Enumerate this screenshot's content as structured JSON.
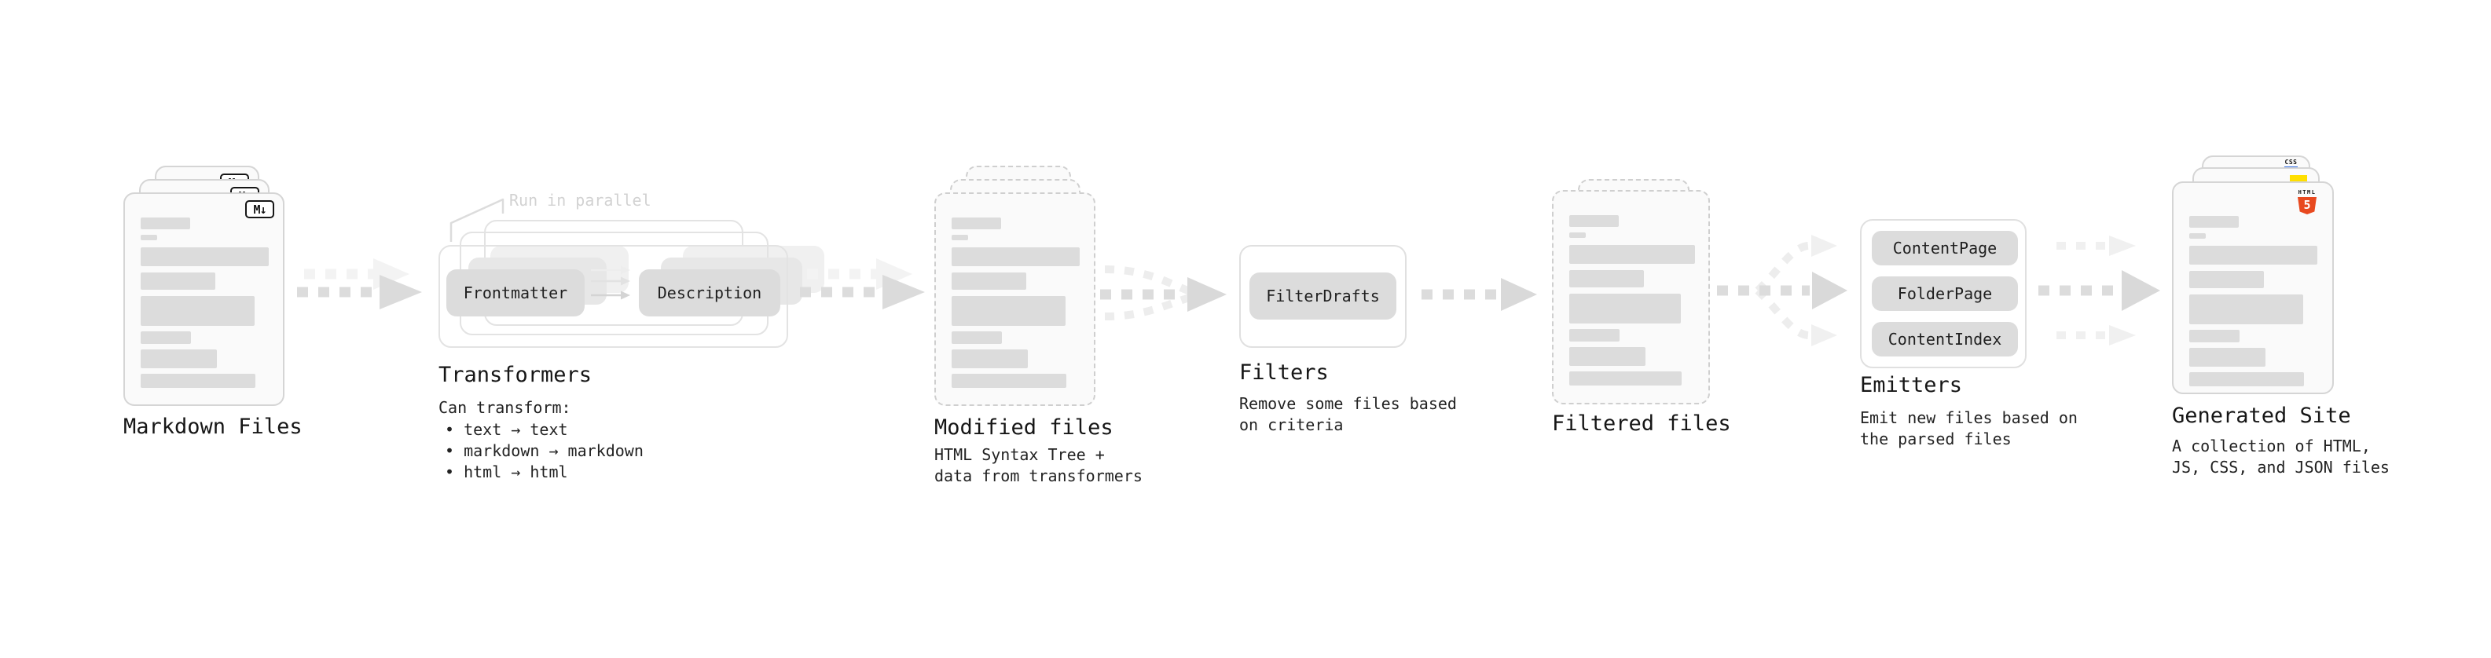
{
  "stages": {
    "markdown_files": {
      "label": "Markdown Files",
      "icon_text": "M↓"
    },
    "transformers": {
      "annotation": "Run in parallel",
      "pill_left": "Frontmatter",
      "pill_right": "Description",
      "title": "Transformers",
      "desc_heading": "Can transform:",
      "bullets": [
        "• text → text",
        "• markdown → markdown",
        "• html → html"
      ]
    },
    "modified_files": {
      "title": "Modified files",
      "desc": "HTML Syntax Tree +\ndata from transformers"
    },
    "filters": {
      "pill": "FilterDrafts",
      "title": "Filters",
      "desc": "Remove some files based\non criteria"
    },
    "filtered_files": {
      "title": "Filtered files"
    },
    "emitters": {
      "pills": [
        "ContentPage",
        "FolderPage",
        "ContentIndex"
      ],
      "title": "Emitters",
      "desc": "Emit new files based on\nthe parsed files"
    },
    "generated_site": {
      "title": "Generated Site",
      "desc": "A collection of HTML,\nJS, CSS, and JSON files",
      "css_badge": "CSS",
      "html_label": "HTML",
      "html_number": "5"
    }
  },
  "colors": {
    "html5_orange": "#e8491f",
    "js_yellow": "#ffdf00",
    "css_blue": "#2f6be4",
    "card_border": "#d5d5d5",
    "placeholder_gray": "#dcdcdc",
    "arrow_gray": "#dcdcdc",
    "arrow_light": "#f0f0f0",
    "text_dark": "#1c1c1c",
    "annotation_gray": "#d2d2d2"
  }
}
